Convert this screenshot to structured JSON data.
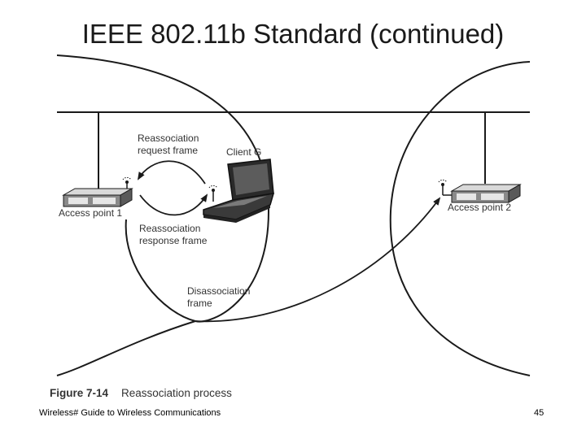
{
  "slide": {
    "title": "IEEE 802.11b Standard (continued)"
  },
  "diagram": {
    "access_point_1": "Access point 1",
    "access_point_2": "Access point 2",
    "client": "Client G",
    "reassoc_request": [
      "Reassociation",
      "request frame"
    ],
    "reassoc_response": [
      "Reassociation",
      "response frame"
    ],
    "disassociation": [
      "Disassociation",
      "frame"
    ]
  },
  "caption": {
    "figure_number": "Figure 7-14",
    "text": "Reassociation process"
  },
  "footer": {
    "source": "Wireless# Guide to Wireless Communications",
    "page_number": "45"
  },
  "colors": {
    "line": "#1a1a1a",
    "device_light": "#d9d9d9",
    "device_dark": "#8a8a8a",
    "label_text": "#333333"
  }
}
